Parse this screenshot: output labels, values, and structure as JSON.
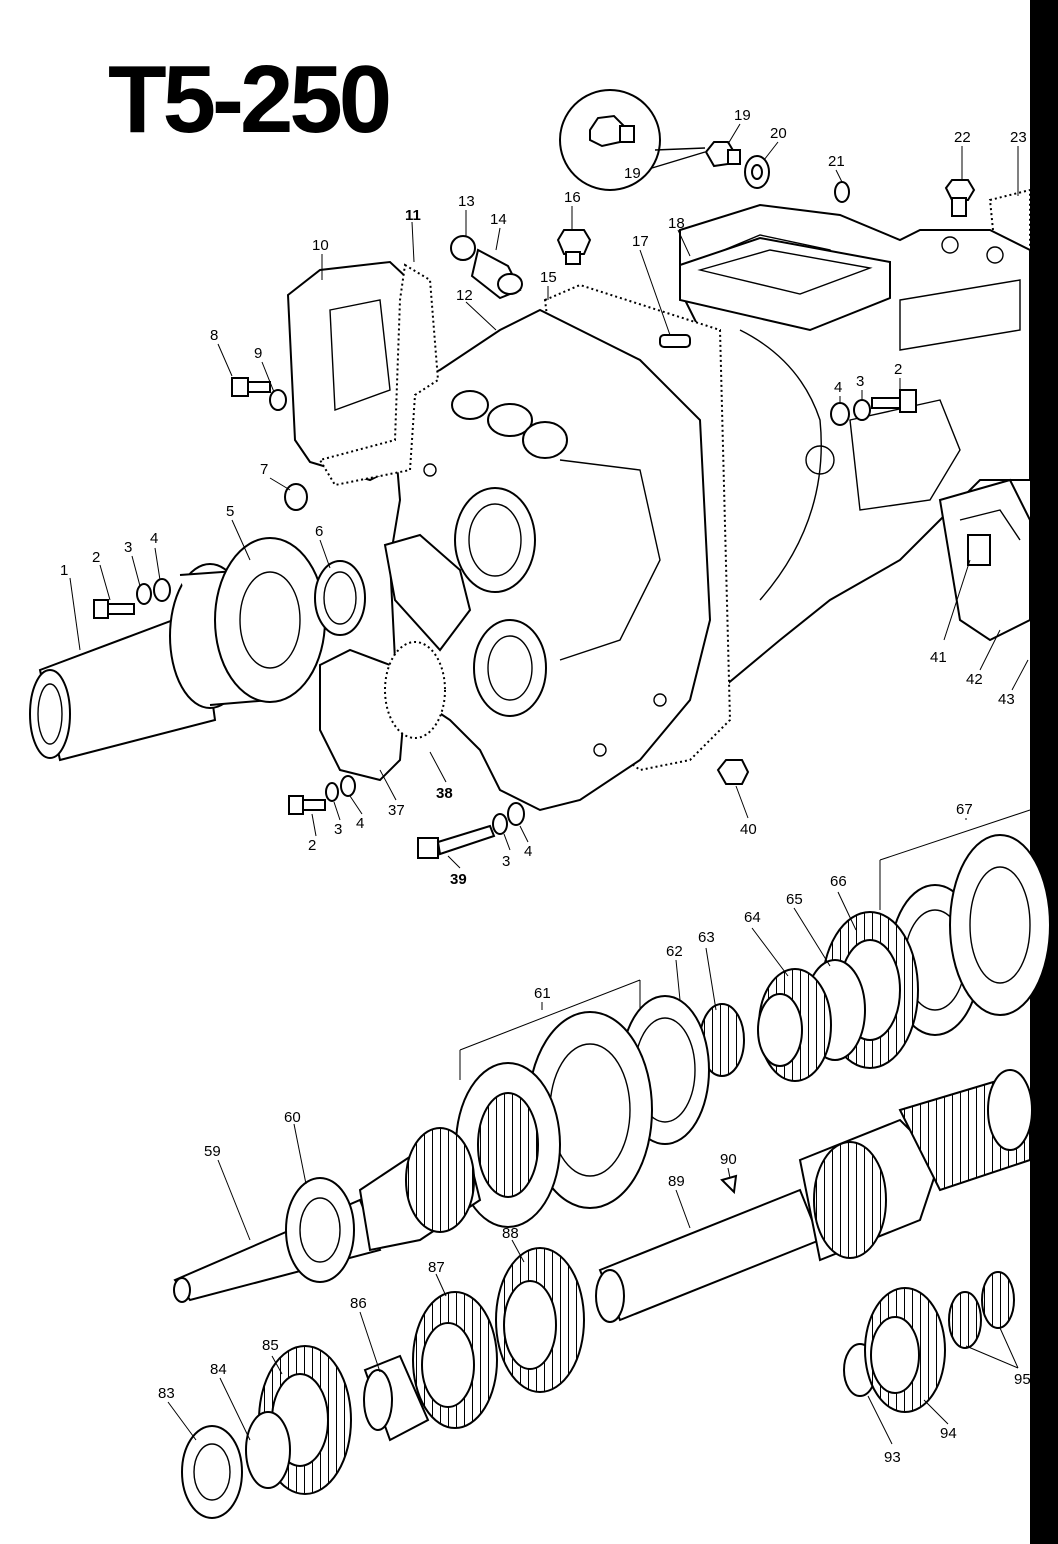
{
  "title": "T5-250",
  "callouts": [
    {
      "id": "c1",
      "label": "1"
    },
    {
      "id": "c2a",
      "label": "2"
    },
    {
      "id": "c3a",
      "label": "3"
    },
    {
      "id": "c4a",
      "label": "4"
    },
    {
      "id": "c5",
      "label": "5"
    },
    {
      "id": "c6",
      "label": "6"
    },
    {
      "id": "c7",
      "label": "7"
    },
    {
      "id": "c8",
      "label": "8"
    },
    {
      "id": "c9",
      "label": "9"
    },
    {
      "id": "c10",
      "label": "10"
    },
    {
      "id": "c11",
      "label": "11"
    },
    {
      "id": "c12",
      "label": "12"
    },
    {
      "id": "c13",
      "label": "13"
    },
    {
      "id": "c14",
      "label": "14"
    },
    {
      "id": "c15",
      "label": "15"
    },
    {
      "id": "c16",
      "label": "16"
    },
    {
      "id": "c17",
      "label": "17"
    },
    {
      "id": "c18",
      "label": "18"
    },
    {
      "id": "c19a",
      "label": "19"
    },
    {
      "id": "c19b",
      "label": "19"
    },
    {
      "id": "c20",
      "label": "20"
    },
    {
      "id": "c21",
      "label": "21"
    },
    {
      "id": "c22",
      "label": "22"
    },
    {
      "id": "c23",
      "label": "23"
    },
    {
      "id": "c2b",
      "label": "2"
    },
    {
      "id": "c3b",
      "label": "3"
    },
    {
      "id": "c4b",
      "label": "4"
    },
    {
      "id": "c41",
      "label": "41"
    },
    {
      "id": "c42",
      "label": "42"
    },
    {
      "id": "c43",
      "label": "43"
    },
    {
      "id": "c2c",
      "label": "2"
    },
    {
      "id": "c3c",
      "label": "3"
    },
    {
      "id": "c4c",
      "label": "4"
    },
    {
      "id": "c37",
      "label": "37"
    },
    {
      "id": "c38",
      "label": "38"
    },
    {
      "id": "c39",
      "label": "39"
    },
    {
      "id": "c3d",
      "label": "3"
    },
    {
      "id": "c4d",
      "label": "4"
    },
    {
      "id": "c40",
      "label": "40"
    },
    {
      "id": "c67",
      "label": "67"
    },
    {
      "id": "c66",
      "label": "66"
    },
    {
      "id": "c65",
      "label": "65"
    },
    {
      "id": "c64",
      "label": "64"
    },
    {
      "id": "c63",
      "label": "63"
    },
    {
      "id": "c62",
      "label": "62"
    },
    {
      "id": "c61",
      "label": "61"
    },
    {
      "id": "c60",
      "label": "60"
    },
    {
      "id": "c59",
      "label": "59"
    },
    {
      "id": "c90",
      "label": "90"
    },
    {
      "id": "c89",
      "label": "89"
    },
    {
      "id": "c88",
      "label": "88"
    },
    {
      "id": "c87",
      "label": "87"
    },
    {
      "id": "c86",
      "label": "86"
    },
    {
      "id": "c85",
      "label": "85"
    },
    {
      "id": "c84",
      "label": "84"
    },
    {
      "id": "c83",
      "label": "83"
    },
    {
      "id": "c93",
      "label": "93"
    },
    {
      "id": "c94",
      "label": "94"
    },
    {
      "id": "c95",
      "label": "95"
    }
  ]
}
